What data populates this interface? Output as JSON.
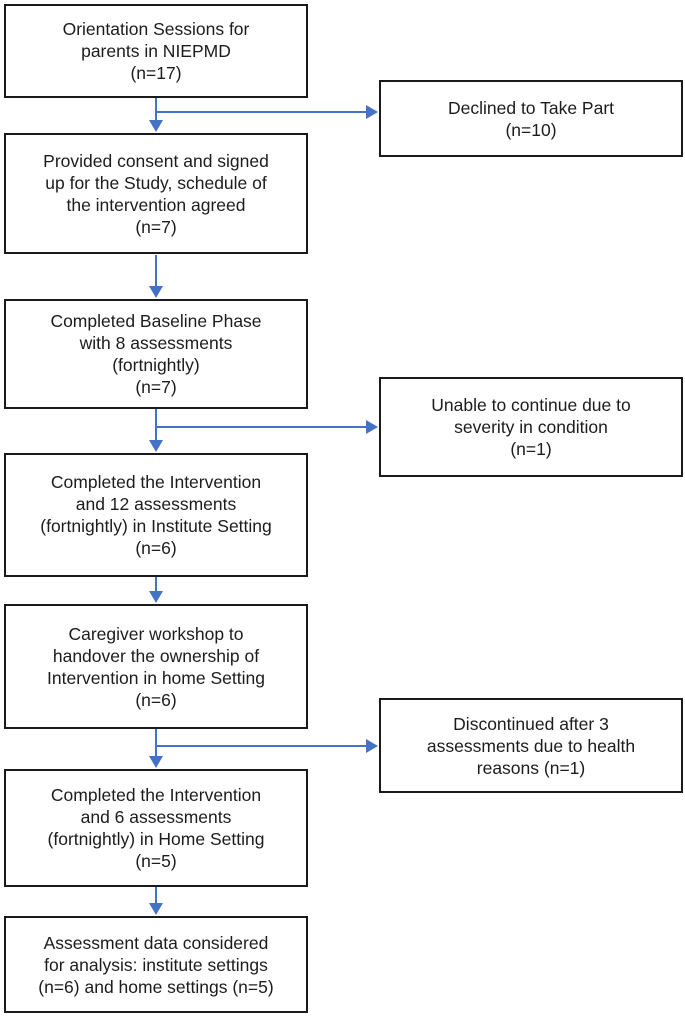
{
  "diagram": {
    "colors": {
      "arrow": "#4472C4",
      "border": "#1a1a1a",
      "text": "#1c1c1c"
    },
    "main_boxes": [
      {
        "name": "orientation-sessions",
        "lines": [
          "Orientation Sessions for",
          "parents in NIEPMD",
          "(n=17)"
        ]
      },
      {
        "name": "provided-consent",
        "lines": [
          "Provided consent and signed",
          "up for the Study, schedule of",
          "the intervention agreed",
          "(n=7)"
        ]
      },
      {
        "name": "completed-baseline",
        "lines": [
          "Completed Baseline Phase",
          "with 8 assessments",
          "(fortnightly)",
          "(n=7)"
        ]
      },
      {
        "name": "completed-intervention-institute",
        "lines": [
          "Completed the Intervention",
          "and 12 assessments",
          "(fortnightly) in Institute Setting",
          "(n=6)"
        ]
      },
      {
        "name": "caregiver-workshop",
        "lines": [
          "Caregiver workshop to",
          "handover the ownership of",
          "Intervention in home Setting",
          "(n=6)"
        ]
      },
      {
        "name": "completed-intervention-home",
        "lines": [
          "Completed the Intervention",
          "and 6 assessments",
          "(fortnightly) in Home Setting",
          "(n=5)"
        ]
      },
      {
        "name": "assessment-data",
        "lines": [
          "Assessment data considered",
          "for analysis: institute settings",
          "(n=6) and home settings (n=5)"
        ]
      }
    ],
    "side_boxes": [
      {
        "name": "declined",
        "lines": [
          "Declined to Take Part",
          "(n=10)"
        ]
      },
      {
        "name": "unable-to-continue",
        "lines": [
          "Unable to continue due to",
          "severity in condition",
          "(n=1)"
        ]
      },
      {
        "name": "discontinued",
        "lines": [
          "Discontinued after 3",
          "assessments due to health",
          "reasons (n=1)"
        ]
      }
    ]
  }
}
